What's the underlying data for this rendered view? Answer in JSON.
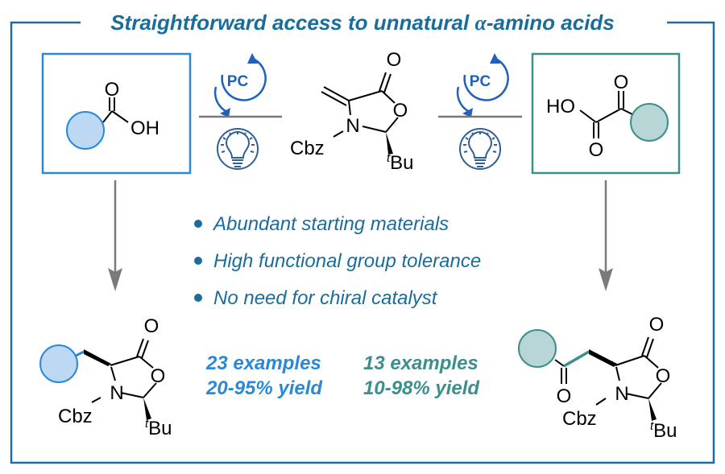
{
  "title": {
    "prefix": "Straightforward access to unnatural ",
    "alpha": "α",
    "suffix": "-amino acids"
  },
  "colors": {
    "frame": "#1f6aa0",
    "title": "#1a6d9b",
    "blue_accent": "#2b88d8",
    "blue_fill": "#bcd8f2",
    "teal_accent": "#3c8f8b",
    "teal_fill": "#b9d6d6",
    "icon_blue": "#1f62b8",
    "arrow_gray": "#7a7a7a"
  },
  "left_reagent": {
    "name": "carboxylic acid",
    "carbonyl_O": "O",
    "hydroxyl": "OH"
  },
  "right_reagent": {
    "name": "alpha-keto acid",
    "hydroxyl": "HO",
    "keto_O": "O",
    "acid_O": "O"
  },
  "catalyst": {
    "label": "PC",
    "light_icon": "lightbulb-icon",
    "cycle_icon": "catalytic-cycle-icon"
  },
  "acceptor": {
    "name": "methylene oxazolidinone",
    "carbonyl_O": "O",
    "ring_O": "O",
    "N": "N",
    "protecting_group": "Cbz",
    "tbu_prefix": "t",
    "tbu_suffix": "Bu"
  },
  "bullets": [
    "Abundant starting materials",
    "High functional group tolerance",
    "No need for chiral catalyst"
  ],
  "results": {
    "left": {
      "examples": "23 examples",
      "yield": "20-95% yield"
    },
    "right": {
      "examples": "13 examples",
      "yield": "10-98% yield"
    }
  },
  "left_product": {
    "carbonyl_O": "O",
    "ring_O": "O",
    "N": "N",
    "protecting_group": "Cbz",
    "tbu_prefix": "t",
    "tbu_suffix": "Bu"
  },
  "right_product": {
    "ketone_O": "O",
    "carbonyl_O": "O",
    "ring_O": "O",
    "N": "N",
    "protecting_group": "Cbz",
    "tbu_prefix": "t",
    "tbu_suffix": "Bu"
  }
}
